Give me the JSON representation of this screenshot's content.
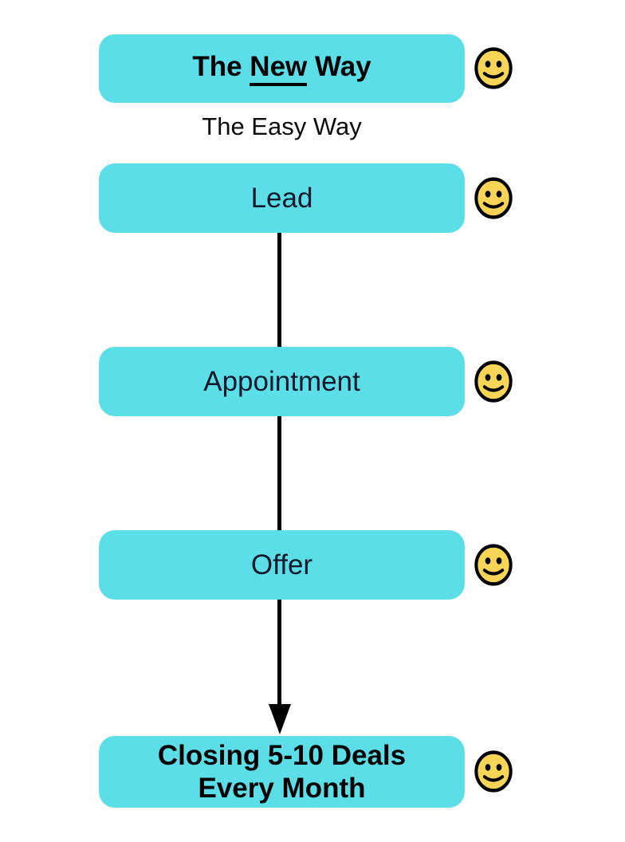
{
  "flowchart": {
    "title_box": {
      "prefix": "The ",
      "emphasized": "New",
      "suffix": " Way",
      "emoji": "smiley-face"
    },
    "subtitle": "The Easy Way",
    "steps": [
      {
        "label": "Lead",
        "emoji": "smiley-face"
      },
      {
        "label": "Appointment",
        "emoji": "smiley-face"
      },
      {
        "label": "Offer",
        "emoji": "smiley-face"
      }
    ],
    "result_box": {
      "line1": "Closing 5-10 Deals",
      "line2": "Every Month",
      "emoji": "smiley-face"
    },
    "colors": {
      "box_fill": "#5CDEE9",
      "step_text": "#111A2B",
      "bold_text": "#000000",
      "connector": "#000000",
      "smiley_fill": "#F8D557",
      "smiley_outline": "#000000",
      "background": "#FFFFFF"
    }
  }
}
